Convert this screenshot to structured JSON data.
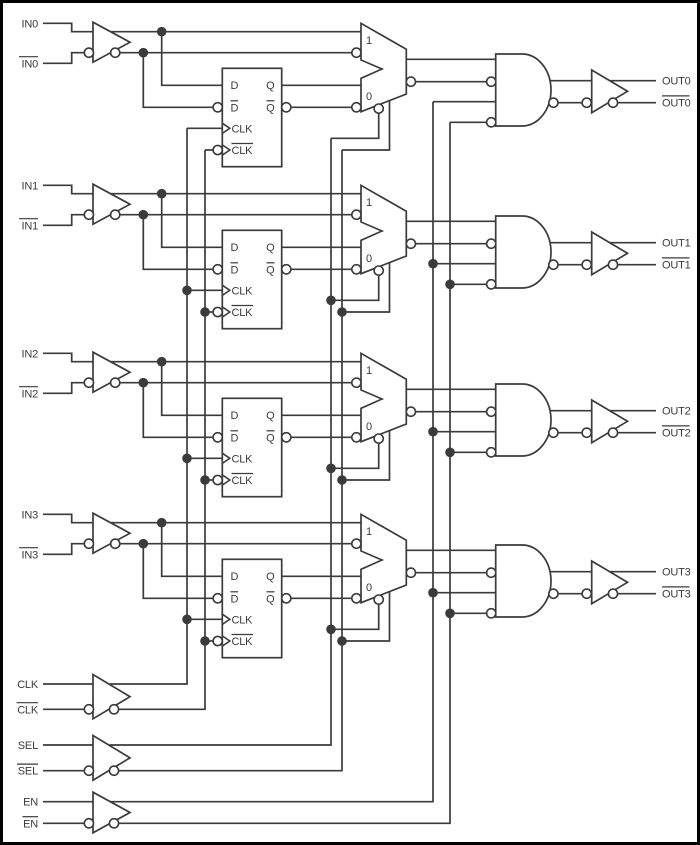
{
  "diagram": {
    "channels": [
      {
        "in_true": "IN0",
        "in_comp": "IN0",
        "out_true": "OUT0",
        "out_comp": "OUT0"
      },
      {
        "in_true": "IN1",
        "in_comp": "IN1",
        "out_true": "OUT1",
        "out_comp": "OUT1"
      },
      {
        "in_true": "IN2",
        "in_comp": "IN2",
        "out_true": "OUT2",
        "out_comp": "OUT2"
      },
      {
        "in_true": "IN3",
        "in_comp": "IN3",
        "out_true": "OUT3",
        "out_comp": "OUT3"
      }
    ],
    "ff_pins": {
      "d": "D",
      "d_bar": "D",
      "clk": "CLK",
      "clk_bar": "CLK",
      "q": "Q",
      "q_bar": "Q"
    },
    "mux_pins": {
      "in1": "1",
      "in0": "0"
    },
    "controls": [
      {
        "label": "CLK",
        "bar": false
      },
      {
        "label": "CLK",
        "bar": true
      },
      {
        "label": "SEL",
        "bar": false
      },
      {
        "label": "SEL",
        "bar": true
      },
      {
        "label": "EN",
        "bar": false
      },
      {
        "label": "EN",
        "bar": true
      }
    ],
    "colors": {
      "line": "#3b3b3b",
      "background": "#ffffff",
      "border": "#000000"
    }
  }
}
